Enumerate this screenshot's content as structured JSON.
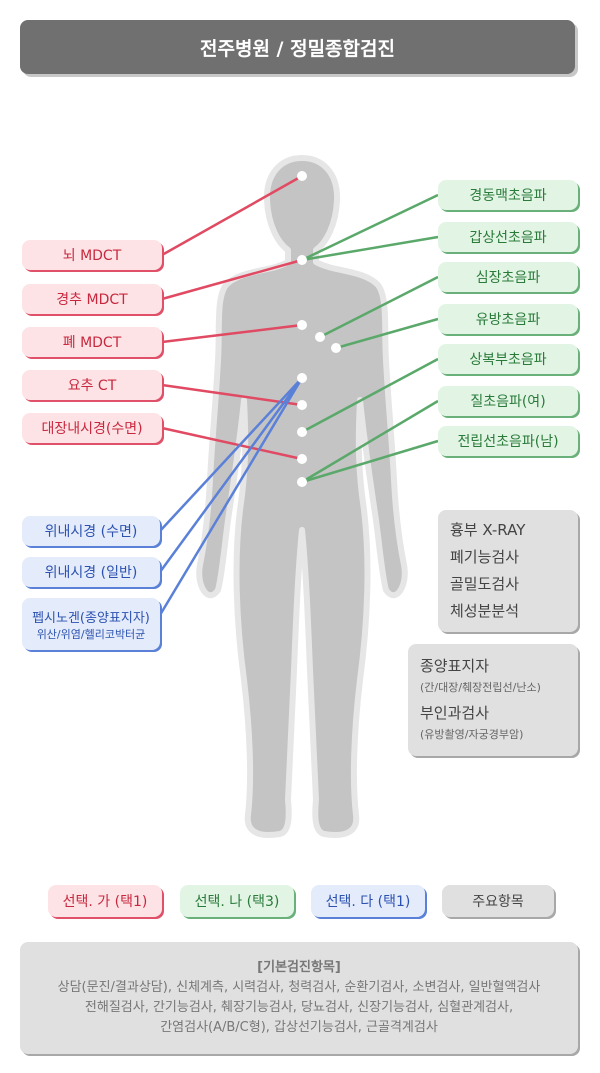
{
  "title": "전주병원 / 정밀종합검진",
  "red_items": [
    "뇌 MDCT",
    "경추 MDCT",
    "폐 MDCT",
    "요추 CT",
    "대장내시경(수면)"
  ],
  "green_items": [
    "경동맥초음파",
    "갑상선초음파",
    "심장초음파",
    "유방초음파",
    "상복부초음파",
    "질초음파(여)",
    "전립선초음파(남)"
  ],
  "blue_items": [
    {
      "label": "위내시경 (수면)"
    },
    {
      "label": "위내시경 (일반)"
    },
    {
      "label": "펩시노겐(종양표지자)",
      "sub": "위산/위염/헬리코박터균"
    }
  ],
  "main_items": [
    "흉부 X-RAY",
    "폐기능검사",
    "골밀도검사",
    "체성분분석"
  ],
  "extra_items": [
    {
      "label": "종양표지자",
      "sub": "(간/대장/췌장전립선/난소)"
    },
    {
      "label": "부인과검사",
      "sub": "(유방촬영/자궁경부암)"
    }
  ],
  "legend": [
    "선택. 가 (택1)",
    "선택. 나 (택3)",
    "선택. 다 (택1)",
    "주요항목"
  ],
  "basic": {
    "heading": "[기본검진항목]",
    "lines": [
      "상담(문진/결과상담), 신체계측, 시력검사, 청력검사, 순환기검사, 소변검사, 일반혈액검사",
      "전해질검사, 간기능검사, 췌장기능검사, 당뇨검사, 신장기능검사, 심혈관계검사,",
      "간염검사(A/B/C형), 갑상선기능검사, 근골격계검사"
    ]
  },
  "colors": {
    "red": "#e04a62",
    "green": "#5aa86a",
    "blue": "#5a80d8",
    "body": "#c4c4c4"
  }
}
